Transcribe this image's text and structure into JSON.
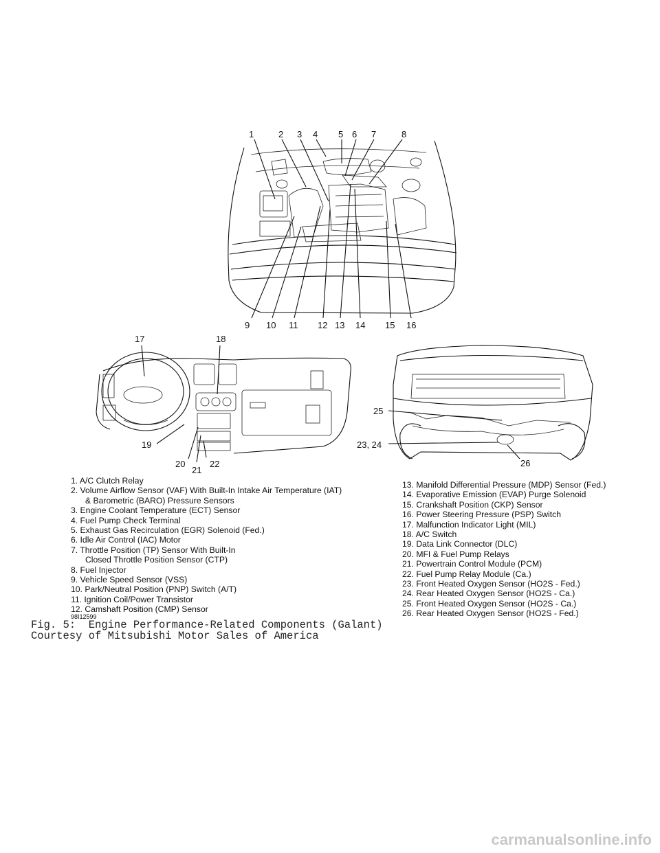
{
  "engine_callouts": {
    "top": [
      "1",
      "2",
      "3",
      "4",
      "5",
      "6",
      "7",
      "8"
    ],
    "bottom": [
      "9",
      "10",
      "11",
      "12",
      "13",
      "14",
      "15",
      "16"
    ]
  },
  "dash_callouts": [
    "17",
    "18",
    "19",
    "20",
    "21",
    "22"
  ],
  "under_callouts": [
    "25",
    "23, 24",
    "26"
  ],
  "legend_left": [
    "1. A/C Clutch Relay",
    "2. Volume Airflow Sensor (VAF) With Built-In Intake Air Temperature (IAT)",
    "& Barometric (BARO) Pressure Sensors",
    "3. Engine Coolant Temperature (ECT) Sensor",
    "4. Fuel Pump Check Terminal",
    "5. Exhaust Gas Recirculation (EGR) Solenoid (Fed.)",
    "6. Idle Air Control (IAC) Motor",
    "7. Throttle Position (TP) Sensor With Built-In",
    "Closed Throttle Position Sensor (CTP)",
    "8. Fuel Injector",
    "9. Vehicle Speed Sensor (VSS)",
    "10. Park/Neutral Position (PNP) Switch (A/T)",
    "11. Ignition Coil/Power Transistor",
    "12. Camshaft Position (CMP) Sensor"
  ],
  "legend_right": [
    "13. Manifold Differential Pressure (MDP) Sensor (Fed.)",
    "14. Evaporative Emission (EVAP) Purge Solenoid",
    "15. Crankshaft Position (CKP) Sensor",
    "16. Power Steering Pressure (PSP) Switch",
    "17. Malfunction Indicator Light (MIL)",
    "18. A/C Switch",
    "19. Data Link Connector (DLC)",
    "20. MFI & Fuel Pump Relays",
    "21. Powertrain Control Module (PCM)",
    "22. Fuel Pump Relay Module (Ca.)",
    "23. Front Heated Oxygen Sensor (HO2S - Fed.)",
    "24. Rear Heated Oxygen Sensor (HO2S - Ca.)",
    "25. Front Heated Oxygen Sensor (HO2S - Ca.)",
    "26. Rear Heated Oxygen Sensor (HO2S - Fed.)"
  ],
  "figure_code": "98I12599",
  "caption_line1": "Fig. 5:  Engine Performance-Related Components (Galant)",
  "caption_line2": "Courtesy of Mitsubishi Motor Sales of America",
  "watermark": "carmanualsonline.info"
}
